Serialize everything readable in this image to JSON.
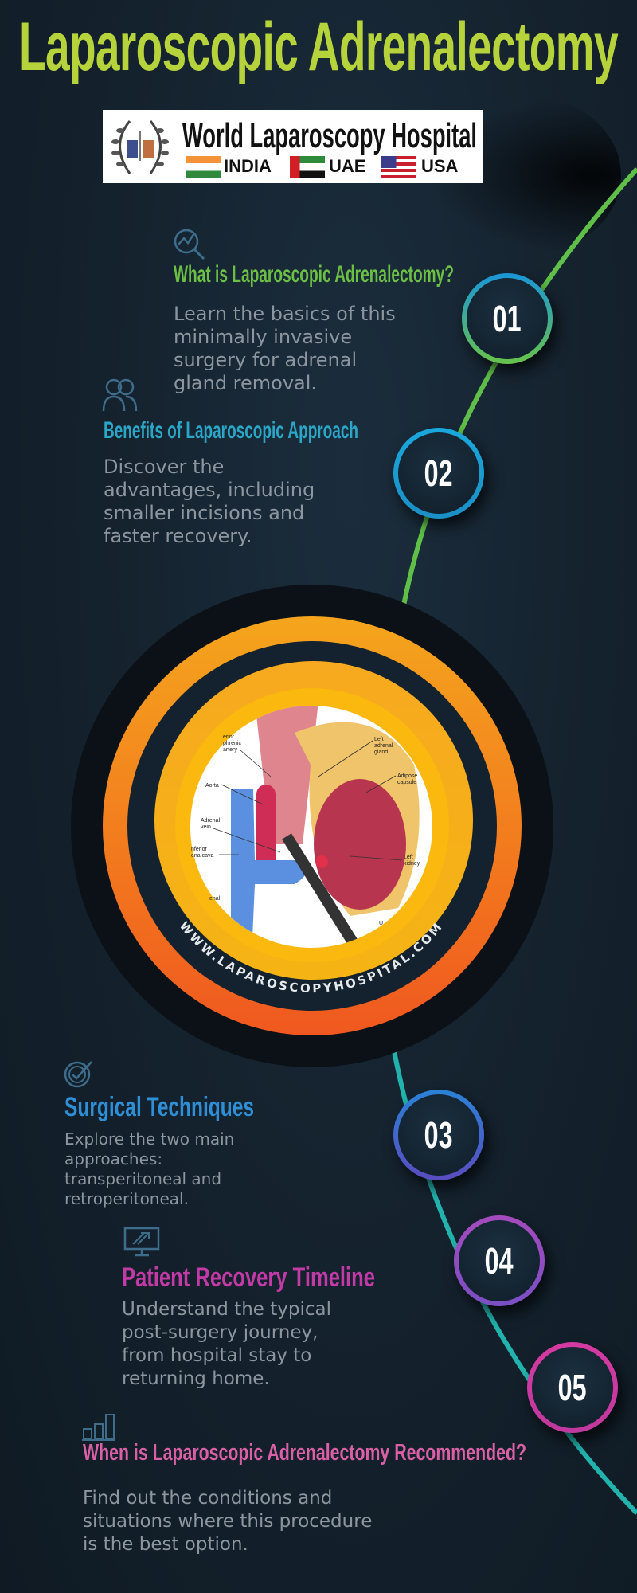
{
  "title": "Laparoscopic Adrenalectomy",
  "logo": {
    "name": "World Laparoscopy Hospital",
    "countries": [
      "INDIA",
      "UAE",
      "USA"
    ]
  },
  "hero": {
    "url_text": "WWW.LAPAROSCOPYHOSPITAL.COM",
    "labels": [
      "erior",
      "phrenic",
      "artery",
      "Aorta",
      "Adrenal",
      "vein",
      "nferior",
      "ena cava",
      "enal",
      "Left",
      "adrenal",
      "gland",
      "Adipose",
      "capsule",
      "Left",
      "kidney",
      "U"
    ]
  },
  "sections": [
    {
      "number": "01",
      "icon": "search-trend-icon",
      "color": "#6cbf45",
      "heading": "What is Laparoscopic Adrenalectomy?",
      "lines": [
        "Learn the basics of this",
        "minimally invasive",
        "surgery for adrenal",
        "gland removal."
      ]
    },
    {
      "number": "02",
      "icon": "people-icon",
      "color": "#2ba6c6",
      "heading": "Benefits of Laparoscopic Approach",
      "lines": [
        "Discover the",
        "advantages, including",
        "smaller incisions and",
        "faster recovery."
      ]
    },
    {
      "number": "03",
      "icon": "check-circle-icon",
      "color": "#2f8fd6",
      "heading": "Surgical Techniques",
      "lines": [
        "Explore the two main",
        "approaches:",
        "transperitoneal and",
        "retroperitoneal."
      ]
    },
    {
      "number": "04",
      "icon": "monitor-arrows-icon",
      "color": "#c13aa6",
      "heading": "Patient Recovery Timeline",
      "lines": [
        "Understand the typical",
        "post-surgery journey,",
        "from hospital stay to",
        "returning home."
      ]
    },
    {
      "number": "05",
      "icon": "bar-chart-icon",
      "color": "#d95fa6",
      "heading": "When is Laparoscopic Adrenalectomy Recommended?",
      "lines": [
        "Find out the conditions and",
        "situations where this procedure",
        "is the best option."
      ]
    }
  ],
  "colors": {
    "title": "#b6d33c",
    "line_upper": "#5fbf48",
    "line_lower": "#22b3ad",
    "body_text": "#8d969e",
    "icon": "#3e6d8c"
  }
}
